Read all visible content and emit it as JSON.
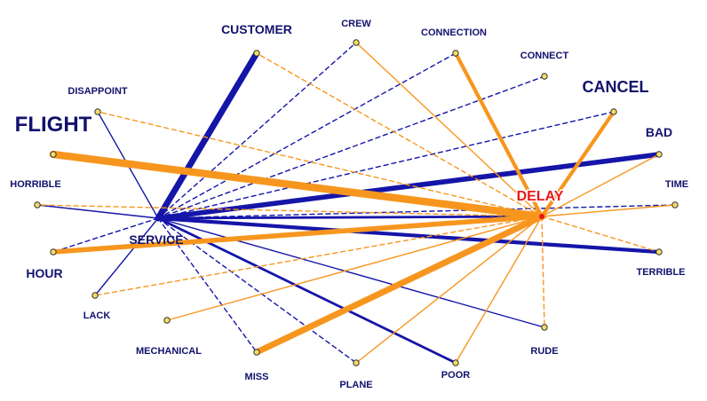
{
  "colors": {
    "blue": "#1515a8",
    "orange": "#f7961e",
    "hub_delay": "#e81818",
    "label": "#12126e",
    "node": "#f4dc64"
  },
  "hubs": {
    "service": {
      "label": "SERVICE"
    },
    "delay": {
      "label": "DELAY"
    }
  },
  "nodes": [
    {
      "id": "customer",
      "label": "CUSTOMER",
      "size": "m"
    },
    {
      "id": "crew",
      "label": "CREW",
      "size": "s"
    },
    {
      "id": "connection",
      "label": "CONNECTION",
      "size": "s"
    },
    {
      "id": "connect",
      "label": "CONNECT",
      "size": "s"
    },
    {
      "id": "cancel",
      "label": "CANCEL",
      "size": "l"
    },
    {
      "id": "bad",
      "label": "BAD",
      "size": "m"
    },
    {
      "id": "time",
      "label": "TIME",
      "size": "s"
    },
    {
      "id": "terrible",
      "label": "TERRIBLE",
      "size": "s"
    },
    {
      "id": "rude",
      "label": "RUDE",
      "size": "s"
    },
    {
      "id": "poor",
      "label": "POOR",
      "size": "s"
    },
    {
      "id": "plane",
      "label": "PLANE",
      "size": "s"
    },
    {
      "id": "miss",
      "label": "MISS",
      "size": "s"
    },
    {
      "id": "mechanical",
      "label": "MECHANICAL",
      "size": "s"
    },
    {
      "id": "lack",
      "label": "LACK",
      "size": "s"
    },
    {
      "id": "hour",
      "label": "HOUR",
      "size": "m"
    },
    {
      "id": "horrible",
      "label": "HORRIBLE",
      "size": "s"
    },
    {
      "id": "flight",
      "label": "FLIGHT",
      "size": "xl"
    },
    {
      "id": "disappoint",
      "label": "DISAPPOINT",
      "size": "s"
    }
  ],
  "edges": [
    {
      "from": "service",
      "to": "customer",
      "color": "blue",
      "style": "solid",
      "weight": 5
    },
    {
      "from": "service",
      "to": "crew",
      "color": "blue",
      "style": "dashed",
      "weight": 1
    },
    {
      "from": "service",
      "to": "connection",
      "color": "blue",
      "style": "dashed",
      "weight": 1
    },
    {
      "from": "service",
      "to": "connect",
      "color": "blue",
      "style": "dashed",
      "weight": 1
    },
    {
      "from": "service",
      "to": "cancel",
      "color": "blue",
      "style": "dashed",
      "weight": 1
    },
    {
      "from": "service",
      "to": "bad",
      "color": "blue",
      "style": "solid",
      "weight": 4
    },
    {
      "from": "service",
      "to": "time",
      "color": "blue",
      "style": "dashed",
      "weight": 1
    },
    {
      "from": "service",
      "to": "terrible",
      "color": "blue",
      "style": "solid",
      "weight": 3
    },
    {
      "from": "service",
      "to": "rude",
      "color": "blue",
      "style": "solid",
      "weight": 1
    },
    {
      "from": "service",
      "to": "poor",
      "color": "blue",
      "style": "solid",
      "weight": 2
    },
    {
      "from": "service",
      "to": "plane",
      "color": "blue",
      "style": "dashed",
      "weight": 1
    },
    {
      "from": "service",
      "to": "miss",
      "color": "blue",
      "style": "dashed",
      "weight": 1
    },
    {
      "from": "service",
      "to": "lack",
      "color": "blue",
      "style": "solid",
      "weight": 1
    },
    {
      "from": "service",
      "to": "hour",
      "color": "blue",
      "style": "dashed",
      "weight": 1
    },
    {
      "from": "service",
      "to": "horrible",
      "color": "blue",
      "style": "solid",
      "weight": 1
    },
    {
      "from": "service",
      "to": "disappoint",
      "color": "blue",
      "style": "solid",
      "weight": 1
    },
    {
      "from": "service",
      "to": "delay",
      "color": "blue",
      "style": "solid",
      "weight": 2
    },
    {
      "from": "delay",
      "to": "customer",
      "color": "orange",
      "style": "dashed",
      "weight": 1
    },
    {
      "from": "delay",
      "to": "crew",
      "color": "orange",
      "style": "solid",
      "weight": 1
    },
    {
      "from": "delay",
      "to": "connection",
      "color": "orange",
      "style": "solid",
      "weight": 3
    },
    {
      "from": "delay",
      "to": "cancel",
      "color": "orange",
      "style": "solid",
      "weight": 3
    },
    {
      "from": "delay",
      "to": "time",
      "color": "orange",
      "style": "solid",
      "weight": 1
    },
    {
      "from": "delay",
      "to": "bad",
      "color": "orange",
      "style": "solid",
      "weight": 1
    },
    {
      "from": "delay",
      "to": "terrible",
      "color": "orange",
      "style": "dashed",
      "weight": 1
    },
    {
      "from": "delay",
      "to": "rude",
      "color": "orange",
      "style": "dashed",
      "weight": 1
    },
    {
      "from": "delay",
      "to": "poor",
      "color": "orange",
      "style": "solid",
      "weight": 1
    },
    {
      "from": "delay",
      "to": "plane",
      "color": "orange",
      "style": "solid",
      "weight": 1
    },
    {
      "from": "delay",
      "to": "miss",
      "color": "orange",
      "style": "solid",
      "weight": 5
    },
    {
      "from": "delay",
      "to": "mechanical",
      "color": "orange",
      "style": "solid",
      "weight": 1
    },
    {
      "from": "delay",
      "to": "lack",
      "color": "orange",
      "style": "dashed",
      "weight": 1
    },
    {
      "from": "delay",
      "to": "hour",
      "color": "orange",
      "style": "solid",
      "weight": 4
    },
    {
      "from": "delay",
      "to": "horrible",
      "color": "orange",
      "style": "dashed",
      "weight": 1
    },
    {
      "from": "delay",
      "to": "flight",
      "color": "orange",
      "style": "solid",
      "weight": 6
    },
    {
      "from": "delay",
      "to": "disappoint",
      "color": "orange",
      "style": "dashed",
      "weight": 1
    }
  ]
}
